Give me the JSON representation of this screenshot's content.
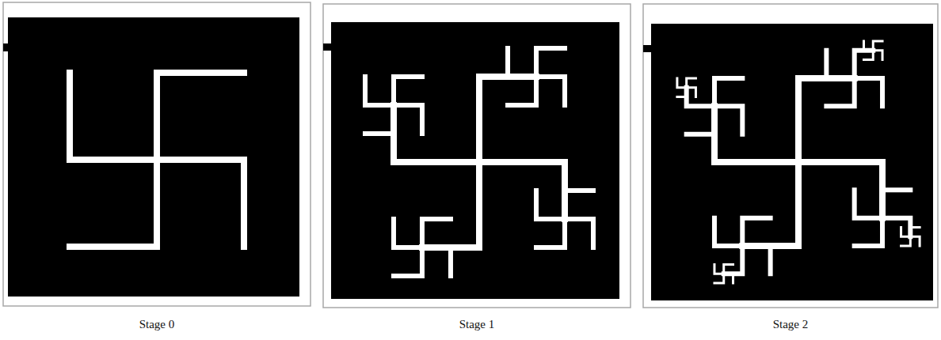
{
  "diagram": {
    "labels": [
      "Stage 0",
      "Stage 1",
      "Stage 2"
    ]
  }
}
